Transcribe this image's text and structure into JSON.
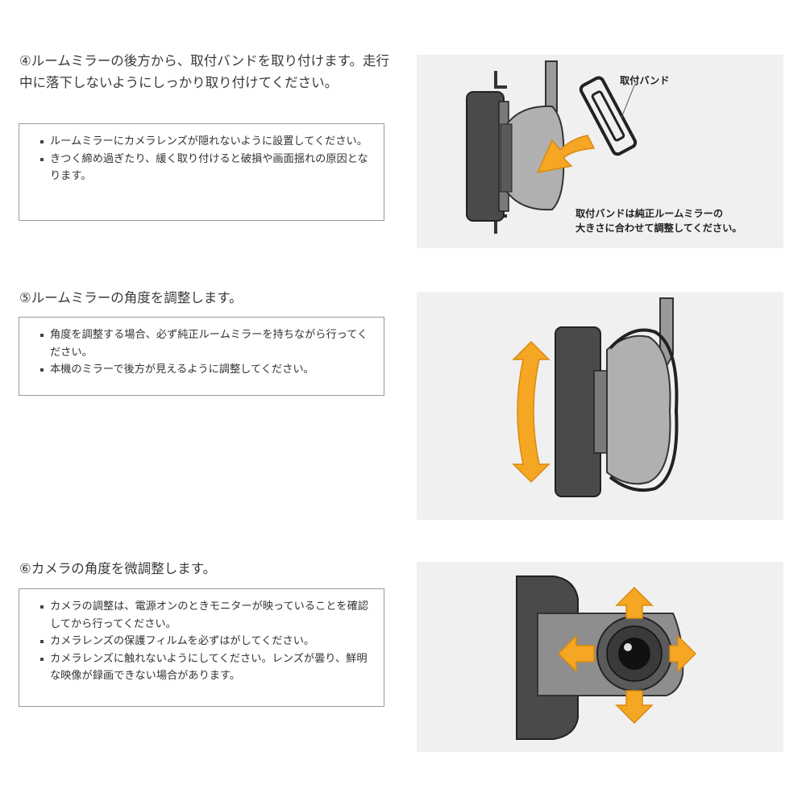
{
  "steps": [
    {
      "title": "④ルームミラーの後方から、取付バンドを取り付けます。走行中に落下しないようにしっかり取り付けてください。",
      "notes": [
        "ルームミラーにカメラレンズが隠れないように設置してください。",
        "きつく締め過ぎたり、緩く取り付けると破損や画面揺れの原因となります。"
      ],
      "figure": {
        "band_label": "取付バンド",
        "caption_line1": "取付バンドは純正ルームミラーの",
        "caption_line2": "大きさに合わせて調整してください。"
      }
    },
    {
      "title": "⑤ルームミラーの角度を調整します。",
      "notes": [
        "角度を調整する場合、必ず純正ルームミラーを持ちながら行ってください。",
        "本機のミラーで後方が見えるように調整してください。"
      ]
    },
    {
      "title": "⑥カメラの角度を微調整します。",
      "notes": [
        "カメラの調整は、電源オンのときモニターが映っていることを確認してから行ってください。",
        "カメラレンズの保護フィルムを必ずはがしてください。",
        "カメラレンズに触れないようにしてください。レンズが曇り、鮮明な映像が録画できない場合があります。"
      ]
    }
  ],
  "colors": {
    "accent_arrow": "#f5a623",
    "figure_bg": "#f0f0f0",
    "device_dark": "#4a4a4a",
    "mirror_gray": "#b0b0b0",
    "note_border": "#9a9a9a"
  },
  "icons": [
    "arrow-curve-icon",
    "double-arrow-icon",
    "four-way-arrows-icon"
  ]
}
